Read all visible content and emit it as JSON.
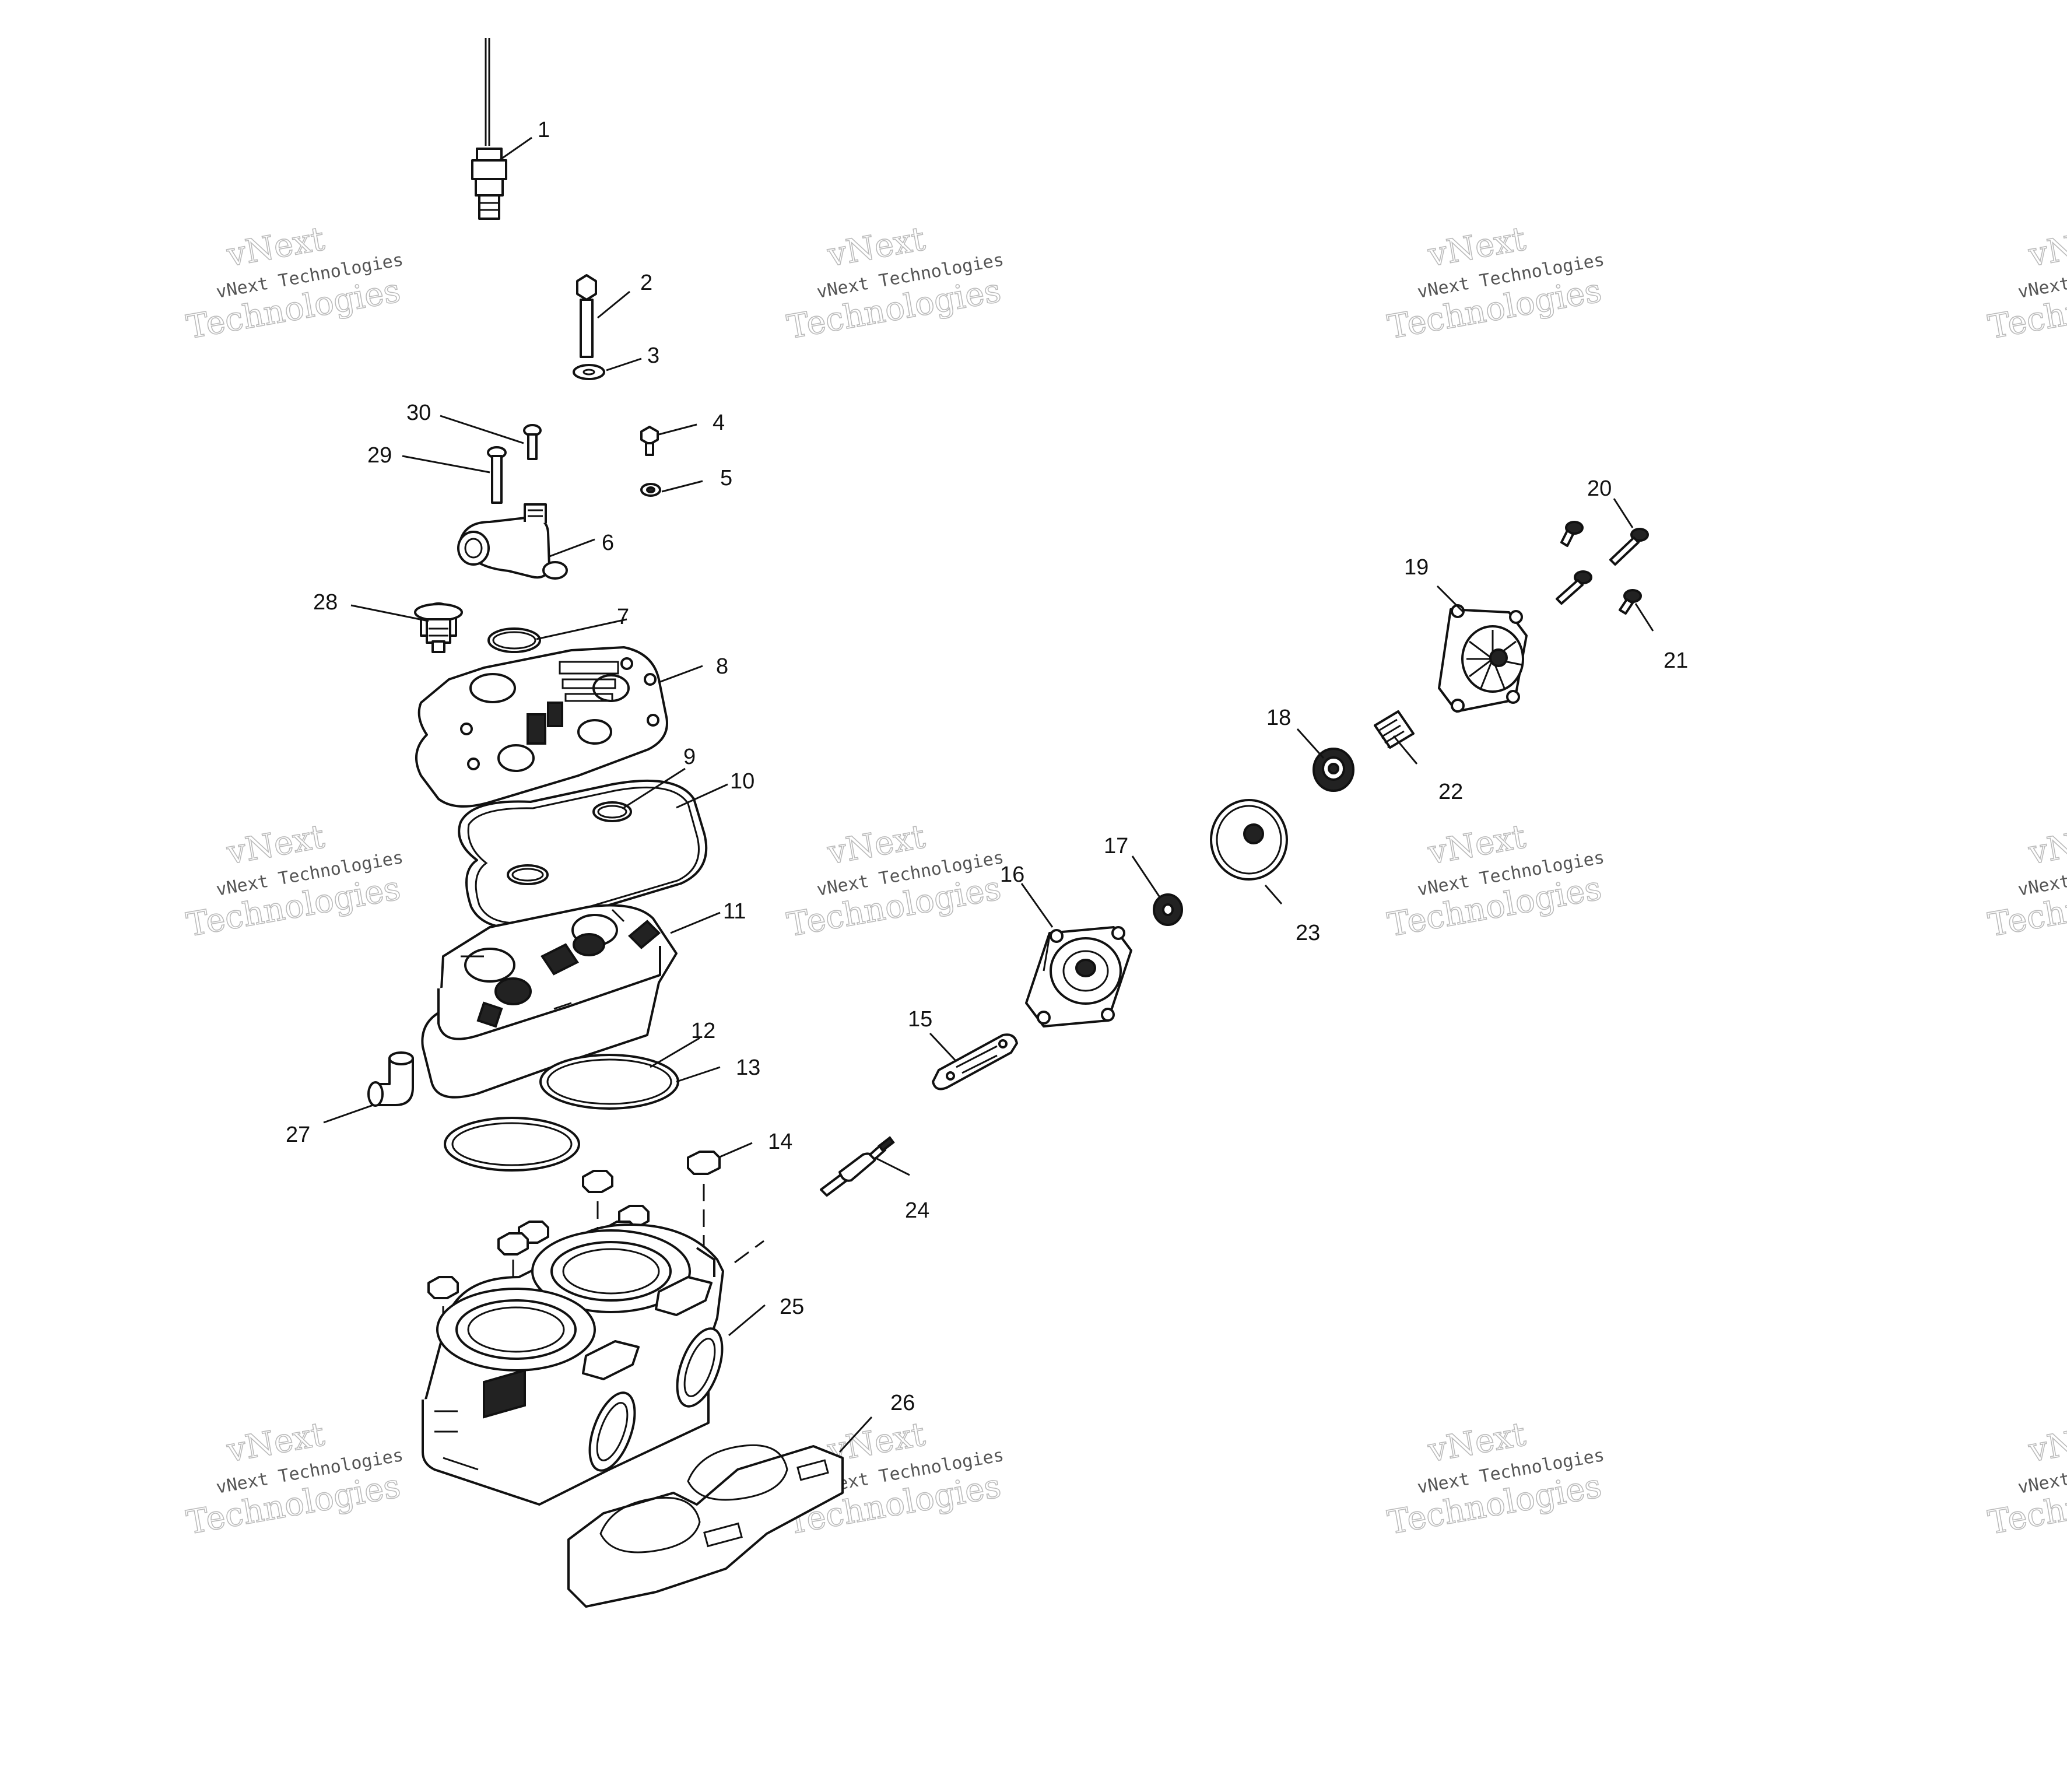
{
  "watermark": {
    "small": "vNext Technologies",
    "large_top": "vNext",
    "large_bottom": "Technologies"
  },
  "callouts": [
    "1",
    "2",
    "3",
    "4",
    "5",
    "6",
    "7",
    "8",
    "9",
    "10",
    "11",
    "12",
    "13",
    "14",
    "15",
    "16",
    "17",
    "18",
    "19",
    "20",
    "21",
    "22",
    "23",
    "24",
    "25",
    "26",
    "27",
    "28",
    "29",
    "30"
  ]
}
